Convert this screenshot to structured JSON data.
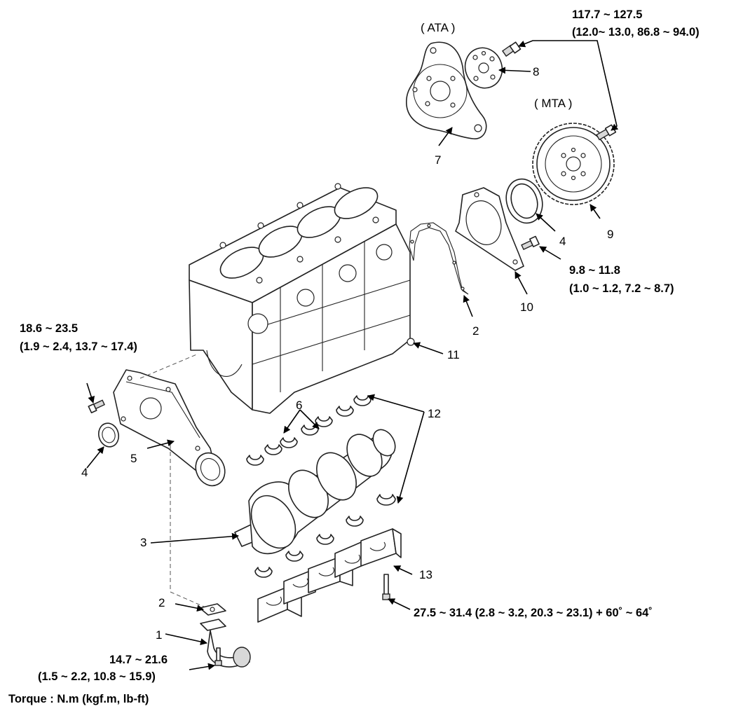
{
  "labels": {
    "ata": "( ATA )",
    "mta": "( MTA )",
    "n1": "1",
    "n2a": "2",
    "n2b": "2",
    "n3": "3",
    "n4a": "4",
    "n4b": "4",
    "n5": "5",
    "n6": "6",
    "n7": "7",
    "n8": "8",
    "n9": "9",
    "n10": "10",
    "n11": "11",
    "n12": "12",
    "n13": "13"
  },
  "torques": {
    "flywheel_line1": "117.7 ~ 127.5",
    "flywheel_line2": "(12.0~ 13.0, 86.8 ~ 94.0)",
    "rear_seal_line1": "9.8 ~ 11.8",
    "rear_seal_line2": "(1.0 ~ 1.2, 7.2 ~ 8.7)",
    "front_cover_line1": "18.6 ~ 23.5",
    "front_cover_line2": "(1.9 ~ 2.4, 13.7 ~ 17.4)",
    "main_bearing": "27.5 ~ 31.4 (2.8 ~ 3.2, 20.3 ~ 23.1) + 60˚ ~ 64˚",
    "oil_screen_line1": "14.7 ~ 21.6",
    "oil_screen_line2": "(1.5 ~ 2.2, 10.8 ~ 15.9)"
  },
  "legend": {
    "unit_caption": "Torque : N.m (kgf.m, lb-ft)"
  }
}
